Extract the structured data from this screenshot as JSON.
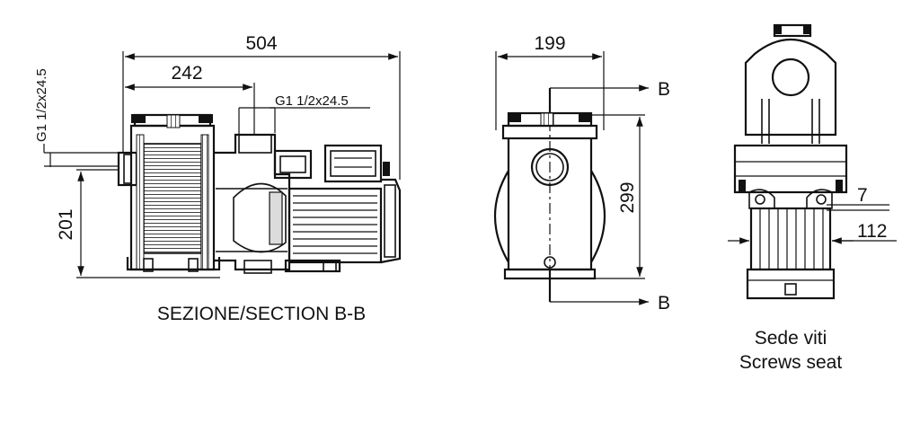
{
  "side_view": {
    "dim_overall_length": "504",
    "dim_inlet_to_outlet": "242",
    "dim_inlet_height": "201",
    "outlet_thread": "G1 1/2x24.5",
    "inlet_thread": "G1 1/2x24.5",
    "caption": "SEZIONE/SECTION B-B"
  },
  "front_view": {
    "dim_width": "199",
    "dim_height": "299",
    "section_marker_top": "B",
    "section_marker_bottom": "B"
  },
  "screw_view": {
    "dim_screw": "7",
    "dim_spacing": "112",
    "caption_it": "Sede viti",
    "caption_en": "Screws seat"
  }
}
